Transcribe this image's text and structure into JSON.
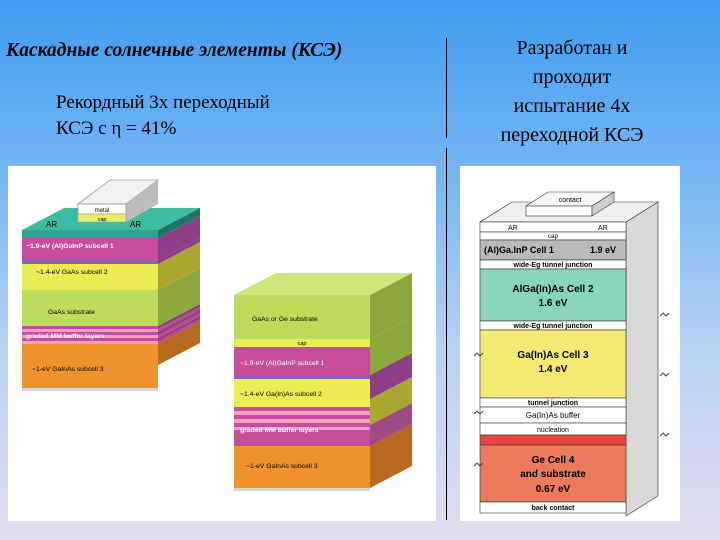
{
  "left": {
    "title": "Каскадные солнечные элементы (КСЭ)",
    "subtitle_line1": "Рекордный 3х переходный",
    "subtitle_line2": "КСЭ с η = 41%"
  },
  "right": {
    "title_line1": "Разработан и",
    "title_line2": "проходит",
    "title_line3": "испытание 4х",
    "title_line4": "переходной КСЭ"
  },
  "stack1": {
    "metal": "metal",
    "cap": "cap",
    "ar_left": "AR",
    "ar_right": "AR",
    "layer1": "~1.9-eV (Al)GaInP subcell 1",
    "layer2": "~1.4-eV GaAs subcell 2",
    "layer3": "GaAs substrate",
    "layer4": "graded MM buffer layers",
    "layer5": "~1-eV GaInAs subcell 3"
  },
  "stack2": {
    "layer1": "GaAs or Ge substrate",
    "cap": "cap",
    "layer2": "~1.9-eV (Al)GaInP subcell 1",
    "layer3": "~1.4-eV Ga(In)As subcell 2",
    "layer4": "graded MM buffer layers",
    "layer5": "~1-eV GaInAs subcell 3"
  },
  "stack3": {
    "contact": "contact",
    "ar_left": "AR",
    "ar_right": "AR",
    "cap": "cap",
    "cell1_name": "(Al)Ga.InP Cell 1",
    "cell1_ev": "1.9 eV",
    "tunnel1": "wide-Eg tunnel junction",
    "cell2_line1": "AlGa(In)As Cell 2",
    "cell2_line2": "1.6 eV",
    "tunnel2": "wide-Eg tunnel junction",
    "cell3_line1": "Ga(In)As Cell 3",
    "cell3_line2": "1.4 eV",
    "tunnel3": "tunnel junction",
    "buffer": "Ga(In)As buffer",
    "nucleation": "nucleation",
    "cell4_line1": "Ge Cell 4",
    "cell4_line2": "and substrate",
    "cell4_line3": "0.67 eV",
    "back": "back contact"
  },
  "colors": {
    "teal": "#2fa58f",
    "magenta": "#c64c9e",
    "yellow": "#ecec55",
    "green": "#bcdc5c",
    "orange": "#f0922c",
    "pink": "#f2a0c0",
    "tealCell": "#88d4bc",
    "redCell": "#ec5444",
    "purpleTunnel": "#8a62ac"
  }
}
